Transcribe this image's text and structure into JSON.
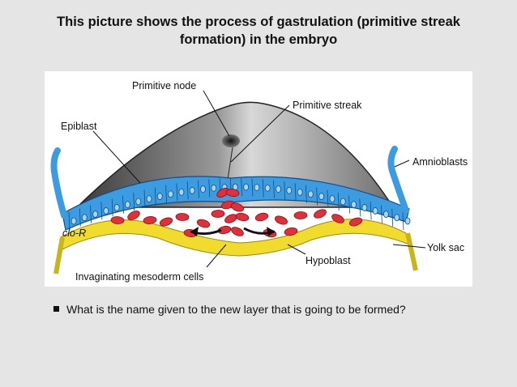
{
  "slide": {
    "title_line1": "This picture shows the process of gastrulation (primitive streak",
    "title_line2": "formation) in the embryo",
    "question": "What is the name given to the new layer that is going to be formed?"
  },
  "diagram": {
    "labels": {
      "primitive_node": "Primitive node",
      "primitive_streak": "Primitive streak",
      "epiblast": "Epiblast",
      "amnioblasts": "Amnioblasts",
      "yolk_sac": "Yolk sac",
      "hypoblast": "Hypoblast",
      "invaginating_mesoderm": "Invaginating mesoderm cells",
      "signature": "clo-R"
    },
    "colors": {
      "epiblast": "#3d9be0",
      "mesoderm": "#e0303a",
      "hypoblast": "#f1dc2e",
      "amnion": "#5d5d5d",
      "panel": "#ffffff"
    }
  }
}
